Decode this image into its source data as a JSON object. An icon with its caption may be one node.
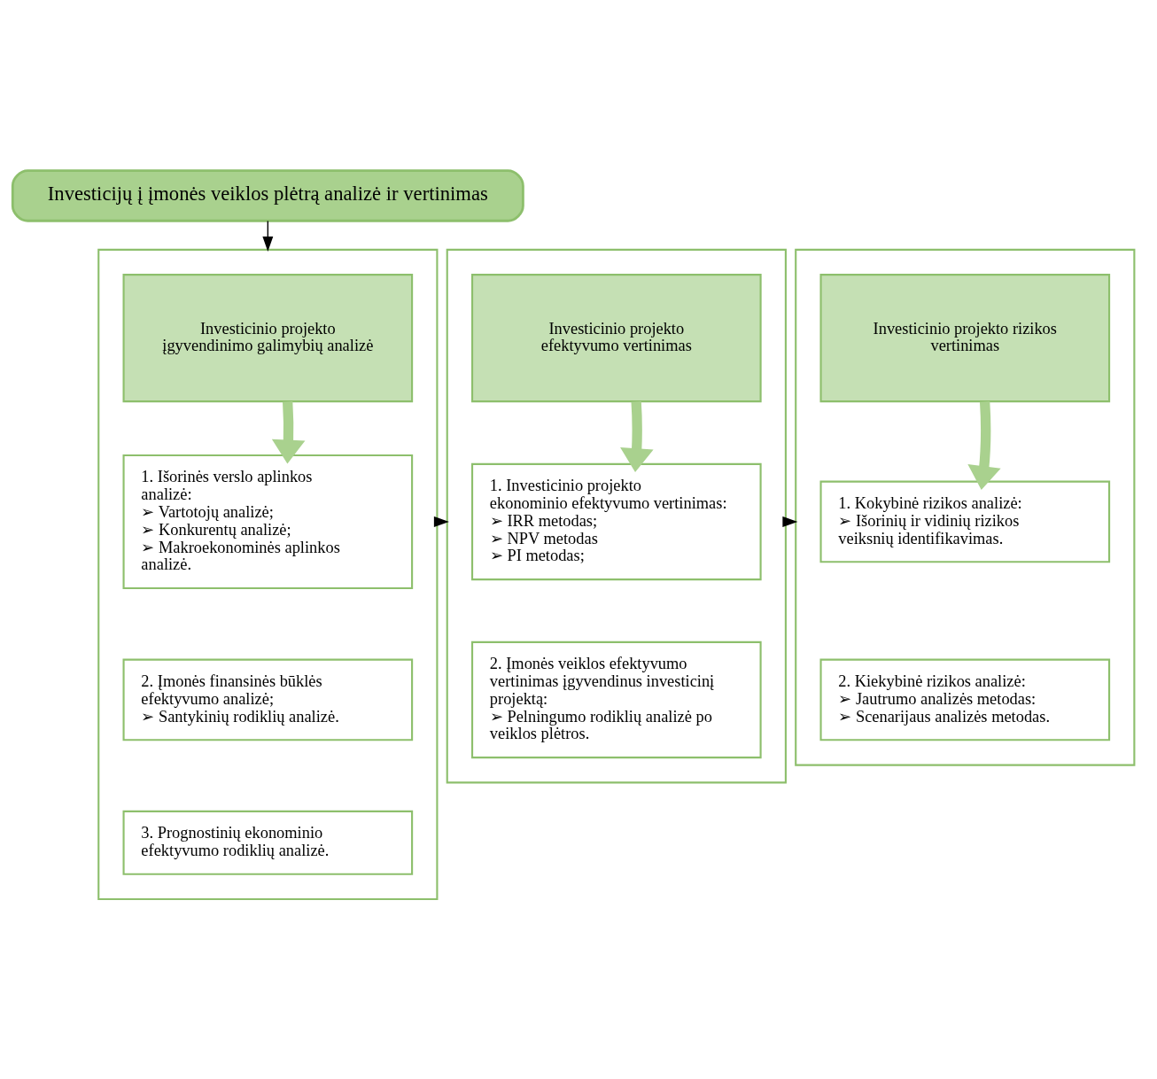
{
  "diagram": {
    "nodes": [
      {
        "text": [
          "Investicijų į įmonės veiklos plėtrą analizė ir vertinimas"
        ]
      },
      {
        "text": [],
        "shape": "box"
      },
      {
        "text": [
          "Investicinio projekto įgyvendinimo galimybių analizė"
        ],
        "in": 1
      },
      {
        "text": [
          "1. Išorinės verslo aplinkos analizė:",
          "➢ Vartotojų analizė;",
          "➢ Konkurentų analizė;",
          "➢ Makroekonominės aplinkos analizė."
        ],
        "in": 1
      },
      {
        "text": [
          "2. Įmonės finansinės būklės efektyvumo analizė;",
          "➢ Santykinių rodiklių analizė."
        ],
        "in": 1
      },
      {
        "text": [
          "3. Prognostinių ekonominio efektyvumo rodiklių analizė."
        ],
        "in": 1
      },
      {
        "text": [],
        "shape": "box"
      },
      {
        "text": [
          "Investicinio projekto efektyvumo vertinimas"
        ],
        "in": 6
      },
      {
        "text": [
          "1. Investicinio projekto ekonominio efektyvumo vertinimas:",
          "➢ IRR metodas;",
          "➢ NPV metodas",
          "➢ PI metodas;"
        ],
        "in": 6
      },
      {
        "text": [
          "2. Įmonės veiklos efektyvumo vertinimas įgyvendinus investicinį projektą:",
          "➢ Pelningumo rodiklių analizė po veiklos plėtros."
        ],
        "in": 6
      },
      {
        "text": [],
        "shape": "box"
      },
      {
        "text": [
          "Investicinio projekto rizikos vertinimas"
        ],
        "in": 10
      },
      {
        "text": [
          "1. Kokybinė rizikos analizė:",
          "➢ Išorinių ir vidinių rizikos veiksnių identifikavimas."
        ],
        "in": 10
      },
      {
        "text": [
          "2. Kiekybinė rizikos analizė:",
          "➢ Jautrumo analizės metodas:",
          "➢ Scenarijaus analizės metodas."
        ],
        "in": 10
      }
    ],
    "edges": [
      {
        "from": 0,
        "to": 1,
        "arrow": "to"
      },
      {
        "from": 2,
        "to": 3,
        "arrow": "to",
        "style": "thick",
        "color": "#a9d18e"
      },
      {
        "from": 1,
        "to": 6,
        "arrow": "to"
      },
      {
        "from": 7,
        "to": 8,
        "arrow": "to",
        "style": "thick",
        "color": "#a9d18e"
      },
      {
        "from": 6,
        "to": 10,
        "arrow": "to"
      },
      {
        "from": 11,
        "to": 12,
        "arrow": "to",
        "style": "thick",
        "color": "#a9d18e"
      }
    ]
  }
}
